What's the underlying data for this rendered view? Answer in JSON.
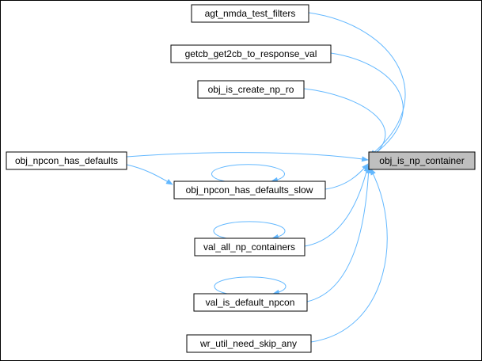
{
  "diagram": {
    "type": "doxygen-caller-graph",
    "colors": {
      "edge": "#63b8ff",
      "node_fill": "#ffffff",
      "node_border": "#000000",
      "highlight_fill": "#bfbfbf",
      "text": "#000000",
      "background": "#ffffff",
      "frame": "#000000"
    },
    "nodes": [
      {
        "id": "agt_nmda_test_filters",
        "label": "agt_nmda_test_filters",
        "highlighted": false
      },
      {
        "id": "getcb_get2cb_to_response_val",
        "label": "getcb_get2cb_to_response_val",
        "highlighted": false
      },
      {
        "id": "obj_is_create_np_ro",
        "label": "obj_is_create_np_ro",
        "highlighted": false
      },
      {
        "id": "obj_npcon_has_defaults",
        "label": "obj_npcon_has_defaults",
        "highlighted": false
      },
      {
        "id": "obj_is_np_container",
        "label": "obj_is_np_container",
        "highlighted": true
      },
      {
        "id": "obj_npcon_has_defaults_slow",
        "label": "obj_npcon_has_defaults_slow",
        "highlighted": false
      },
      {
        "id": "val_all_np_containers",
        "label": "val_all_np_containers",
        "highlighted": false
      },
      {
        "id": "val_is_default_npcon",
        "label": "val_is_default_npcon",
        "highlighted": false
      },
      {
        "id": "wr_util_need_skip_any",
        "label": "wr_util_need_skip_any",
        "highlighted": false
      }
    ],
    "edges": [
      {
        "from": "agt_nmda_test_filters",
        "to": "obj_is_np_container"
      },
      {
        "from": "getcb_get2cb_to_response_val",
        "to": "obj_is_np_container"
      },
      {
        "from": "obj_is_create_np_ro",
        "to": "obj_is_np_container"
      },
      {
        "from": "obj_npcon_has_defaults",
        "to": "obj_is_np_container"
      },
      {
        "from": "obj_npcon_has_defaults",
        "to": "obj_npcon_has_defaults_slow"
      },
      {
        "from": "obj_npcon_has_defaults_slow",
        "to": "obj_is_np_container"
      },
      {
        "from": "obj_npcon_has_defaults_slow",
        "to": "obj_npcon_has_defaults_slow"
      },
      {
        "from": "val_all_np_containers",
        "to": "obj_is_np_container"
      },
      {
        "from": "val_all_np_containers",
        "to": "val_all_np_containers"
      },
      {
        "from": "val_is_default_npcon",
        "to": "obj_is_np_container"
      },
      {
        "from": "val_is_default_npcon",
        "to": "val_is_default_npcon"
      },
      {
        "from": "wr_util_need_skip_any",
        "to": "obj_is_np_container"
      }
    ]
  }
}
